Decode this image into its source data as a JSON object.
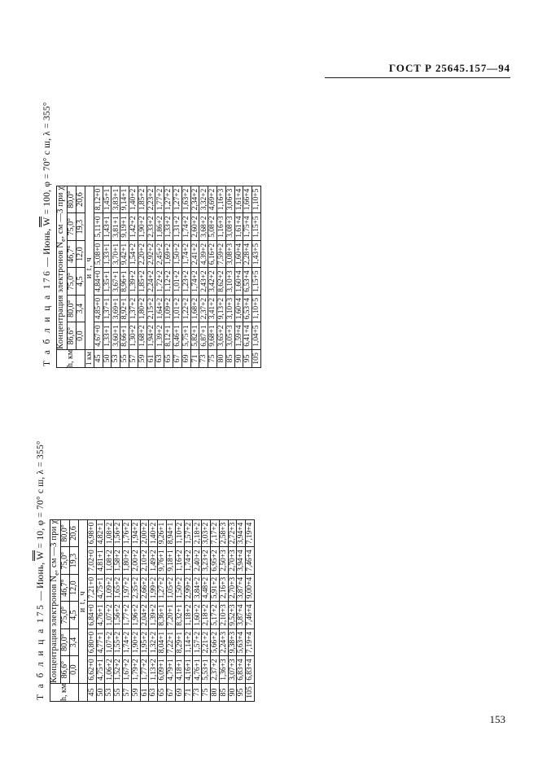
{
  "page": {
    "standard_header": "ГОСТ Р 25645.157—94",
    "page_number": "153"
  },
  "tables": [
    {
      "id": "table-176",
      "title_prefix": "Т а б л и ц а  176",
      "title_dash": "—",
      "title_month": "Июнь,",
      "title_w_symbol": "W",
      "title_w_value": "= 100,",
      "title_phi": "φ = 70° с ш,",
      "title_lambda": "λ = 355°",
      "header_span": "Концентрация электронов N",
      "header_span_sub": "e",
      "header_span_rest": ", см —3  при χ",
      "header_t_label": "и t, ч",
      "col_h_label": "h, км",
      "unit_label": "1 км",
      "angles": [
        "86,6°",
        "80,0°",
        "75,0°",
        "46,7°",
        "75,0°",
        "80,0°"
      ],
      "hours": [
        "0,0",
        "3,4",
        "4,5",
        "12,0",
        "19,3",
        "20,6"
      ],
      "altitudes": [
        "45",
        "50",
        "53",
        "55",
        "57",
        "59",
        "61",
        "63",
        "65",
        "67",
        "69",
        "71",
        "73",
        "75",
        "80",
        "85",
        "90",
        "95",
        "105"
      ],
      "rows": [
        [
          "4,67+0",
          "4,85+0",
          "4,84+0",
          "5,08+0",
          "5,11+0",
          "8,12+0"
        ],
        [
          "1,33+1",
          "1,37+1",
          "1,35+1",
          "1,33+1",
          "1,43+1",
          "1,45+1"
        ],
        [
          "3,60+1",
          "3,69+1",
          "3,67+1",
          "3,70+1",
          "3,81+1",
          "3,83+1"
        ],
        [
          "8,66+1",
          "8,92+1",
          "8,96+1",
          "9,42+1",
          "9,19+1",
          "9,14+1"
        ],
        [
          "1,30+2",
          "1,37+2",
          "1,39+2",
          "1,54+2",
          "1,42+2",
          "1,40+2"
        ],
        [
          "1,68+2",
          "1,80+2",
          "1,85+2",
          "2,20+2",
          "1,90+2",
          "1,85+2"
        ],
        [
          "1,94+2",
          "2,15+2",
          "2,24+2",
          "2,92+2",
          "2,33+2",
          "2,23+2"
        ],
        [
          "1,39+2",
          "1,64+2",
          "1,72+2",
          "2,45+2",
          "1,86+2",
          "1,77+2"
        ],
        [
          "8,12+1",
          "1,09+2",
          "1,12+2",
          "1,69+2",
          "1,33+2",
          "1,27+2"
        ],
        [
          "6,46+1",
          "1,01+2",
          "1,01+2",
          "1,50+2",
          "1,31+2",
          "1,27+2"
        ],
        [
          "5,75+1",
          "1,22+2",
          "1,23+2",
          "1,74+2",
          "1,74+2",
          "1,63+2"
        ],
        [
          "5,82+1",
          "1,68+2",
          "1,74+2",
          "2,41+2",
          "2,60+2",
          "2,34+2"
        ],
        [
          "6,87+1",
          "2,37+2",
          "2,43+2",
          "4,39+2",
          "3,68+2",
          "3,32+2"
        ],
        [
          "9,68+1",
          "3,41+2",
          "3,42+2",
          "6,16+2",
          "5,08+2",
          "4,69+2"
        ],
        [
          "3,65+2",
          "9,13+2",
          "8,62+2",
          "7,59+2",
          "1,16+3",
          "1,16+3"
        ],
        [
          "3,05+3",
          "3,10+3",
          "3,10+3",
          "3,08+3",
          "3,08+3",
          "3,06+3"
        ],
        [
          "1,59+4",
          "1,60+4",
          "1,60+4",
          "1,60+4",
          "1,61+4",
          "1,61+4"
        ],
        [
          "6,41+4",
          "6,53+4",
          "6,53+4",
          "2,28+4",
          "1,75+4",
          "1,66+4"
        ],
        [
          "1,04+5",
          "1,10+5",
          "1,15+5",
          "1,43+5",
          "1,15+5",
          "1,10+5"
        ]
      ]
    },
    {
      "id": "table-175",
      "title_prefix": "Т а б л и ц а  175",
      "title_dash": "—",
      "title_month": "Июнь,",
      "title_w_symbol": "W",
      "title_w_value": "= 10,",
      "title_phi": "φ = 70° с ш,",
      "title_lambda": "λ = 355°",
      "header_span": "Концентрация электронов N",
      "header_span_sub": "e",
      "header_span_rest": ", см —3  при χ",
      "header_t_label": "и t, ч",
      "col_h_label": "h, км",
      "unit_label": "",
      "angles": [
        "86,6°",
        "80,0°",
        "75,0°",
        "46,7°",
        "75,0°",
        "80,0°"
      ],
      "hours": [
        "0,0",
        "3,4",
        "4,5",
        "12,0",
        "19,3",
        "20,6"
      ],
      "altitudes": [
        "45",
        "50",
        "53",
        "55",
        "57",
        "59",
        "61",
        "63",
        "65",
        "67",
        "69",
        "71",
        "73",
        "75",
        "80",
        "85",
        "90",
        "95",
        "105"
      ],
      "rows": [
        [
          "6,62+0",
          "6,80+0",
          "6,84+0",
          "7,21+0",
          "7,02+0",
          "6,98+0"
        ],
        [
          "4,75+1",
          "4,77+1",
          "4,76+1",
          "4,75+1",
          "4,81+1",
          "4,82+1"
        ],
        [
          "1,06+2",
          "1,07+2",
          "1,07+2",
          "1,09+2",
          "1,08+2",
          "1,08+2"
        ],
        [
          "1,52+2",
          "1,55+2",
          "1,56+2",
          "1,65+2",
          "1,58+2",
          "1,56+2"
        ],
        [
          "1,67+2",
          "1,74+2",
          "1,77+2",
          "1,97+2",
          "1,80+2",
          "1,76+2"
        ],
        [
          "1,79+2",
          "1,90+2",
          "1,96+2",
          "2,35+2",
          "2,00+2",
          "1,94+2"
        ],
        [
          "1,77+2",
          "1,95+2",
          "2,04+2",
          "2,66+2",
          "2,10+2",
          "2,00+2"
        ],
        [
          "1,13+2",
          "1,32+2",
          "1,39+2",
          "1,99+2",
          "1,49+2",
          "1,40+2"
        ],
        [
          "6,09+1",
          "8,04+1",
          "8,36+1",
          "1,27+2",
          "9,76+1",
          "9,26+1"
        ],
        [
          "4,79+1",
          "7,22+1",
          "7,20+1",
          "1,05+2",
          "9,18+1",
          "8,94+1"
        ],
        [
          "4,18+1",
          "8,29+1",
          "8,32+1",
          "1,50+2",
          "1,16+2",
          "1,10+2"
        ],
        [
          "4,16+1",
          "1,14+2",
          "1,18+2",
          "2,99+2",
          "1,74+2",
          "1,57+2"
        ],
        [
          "4,76+1",
          "1,57+2",
          "1,60+2",
          "3,84+2",
          "2,40+2",
          "2,18+2"
        ],
        [
          "5,53+1",
          "2,21+2",
          "2,18+2",
          "4,48+2",
          "3,23+2",
          "3,03+2"
        ],
        [
          "2,37+2",
          "5,66+2",
          "5,17+2",
          "5,91+2",
          "6,95+2",
          "7,17+2"
        ],
        [
          "1,36+3",
          "2,24+3",
          "2,10+3",
          "2,16+3",
          "2,50+3",
          "2,58+3"
        ],
        [
          "3,07+3",
          "9,38+3",
          "9,52+3",
          "2,70+3",
          "2,70+3",
          "2,72+3"
        ],
        [
          "6,83+4",
          "5,63+4",
          "3,87+4",
          "3,87+4",
          "3,94+4",
          "3,94+4"
        ],
        [
          "6,83+4",
          "7,19+4",
          "7,46+4",
          "9,00+4",
          "7,46+4",
          "7,19+4"
        ]
      ]
    }
  ]
}
